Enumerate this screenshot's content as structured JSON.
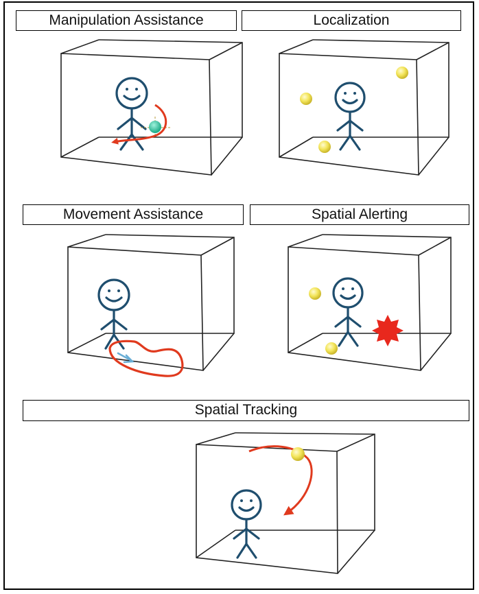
{
  "panels": {
    "manipulation": {
      "label": "Manipulation Assistance"
    },
    "localization": {
      "label": "Localization"
    },
    "movement": {
      "label": "Movement Assistance"
    },
    "alerting": {
      "label": "Spatial Alerting"
    },
    "tracking": {
      "label": "Spatial Tracking"
    }
  },
  "colors": {
    "figure": "#1f4e6e",
    "path": "#e03a1e",
    "ball": "#f3e55a",
    "object": "#2fc3a0",
    "alert": "#e8281d",
    "arrow_blue": "#6aaed6"
  },
  "icons": {
    "person": "stick-figure-icon",
    "source": "sound-source-icon",
    "alert": "alert-burst-icon"
  }
}
